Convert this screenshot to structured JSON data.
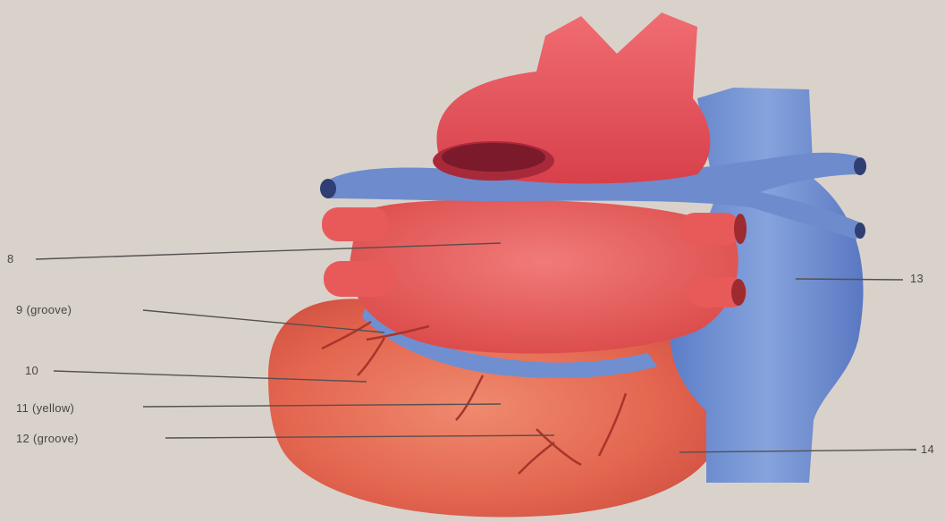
{
  "labels": {
    "l8": "8",
    "l9": "9 (groove)",
    "l10": "10",
    "l11": "11 (yellow)",
    "l12": "12 (groove)",
    "l13": "13",
    "l14": "14"
  },
  "colors": {
    "background": "#d9d2cb",
    "artery_red": "#d94646",
    "vein_blue": "#6f8fd0",
    "ventricle": "#e36a57",
    "vessel_branch": "#a8352c",
    "leader_line": "#555050"
  }
}
